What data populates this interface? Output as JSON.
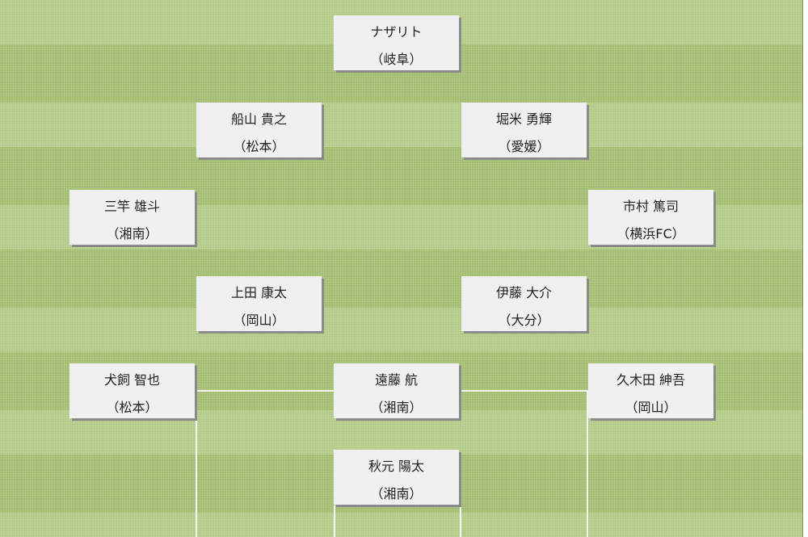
{
  "players": [
    {
      "name": "ナザリト",
      "team": "（岐阜）"
    },
    {
      "name": "船山 貴之",
      "team": "（松本）"
    },
    {
      "name": "堀米 勇輝",
      "team": "（愛媛）"
    },
    {
      "name": "三竿 雄斗",
      "team": "（湘南）"
    },
    {
      "name": "市村 篤司",
      "team": "（横浜FC）"
    },
    {
      "name": "上田 康太",
      "team": "（岡山）"
    },
    {
      "name": "伊藤 大介",
      "team": "（大分）"
    },
    {
      "name": "犬飼 智也",
      "team": "（松本）"
    },
    {
      "name": "遠藤 航",
      "team": "（湘南）"
    },
    {
      "name": "久木田 紳吾",
      "team": "（岡山）"
    },
    {
      "name": "秋元 陽太",
      "team": "（湘南）"
    }
  ],
  "colors": {
    "pitch_light": "#b4ca88",
    "pitch_dark": "#a3bd70",
    "card": "#f0f0f0"
  }
}
